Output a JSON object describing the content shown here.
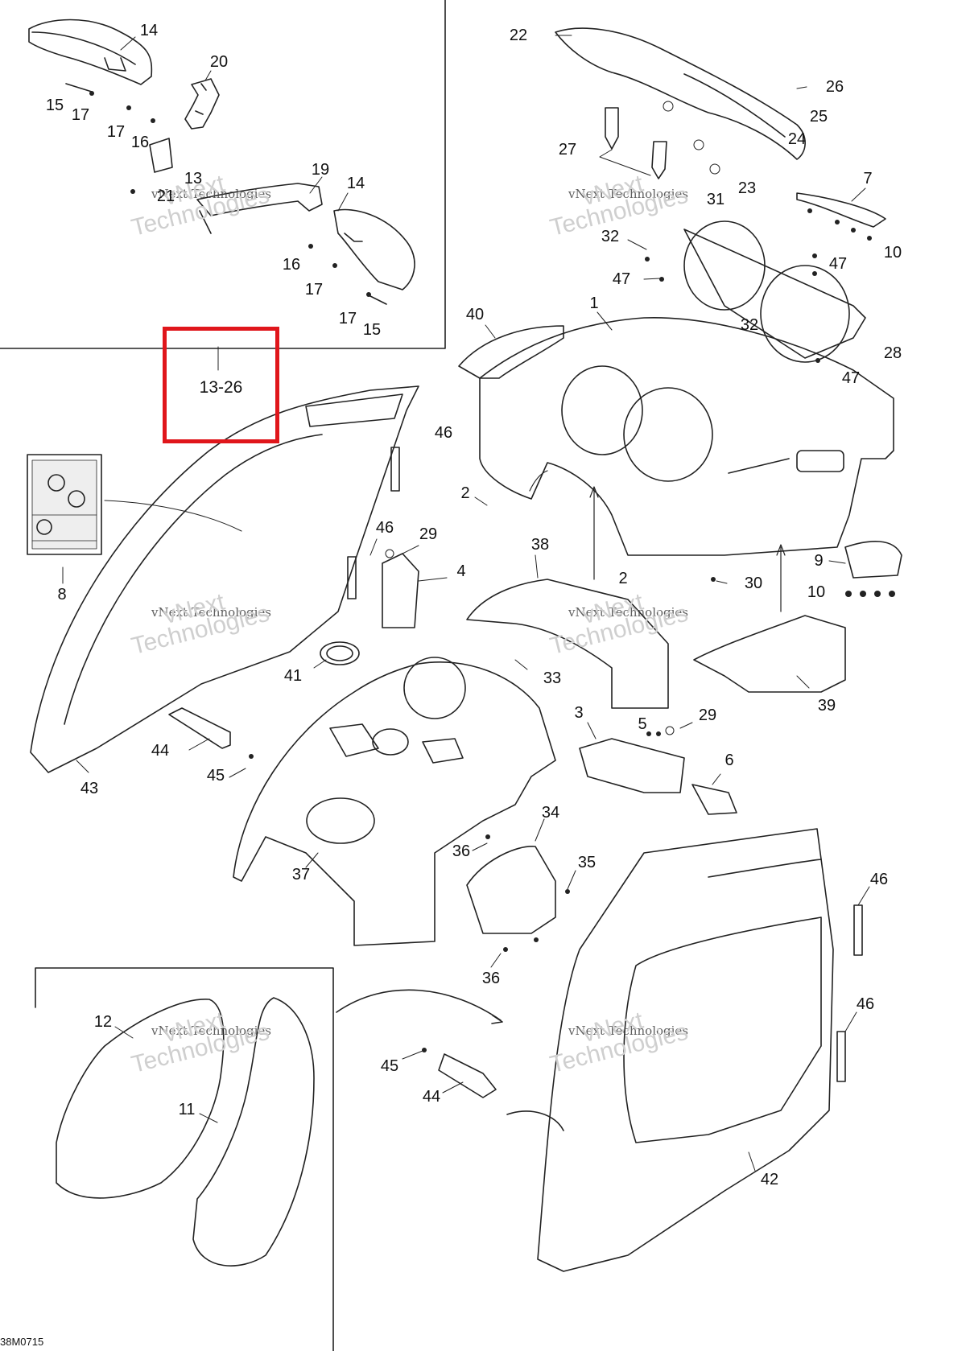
{
  "reference_box": {
    "label": "13-26",
    "color": "#e0161b"
  },
  "drawing_code": "38M0715",
  "watermark": {
    "line1": "vNext Technologies",
    "line2": "vNext",
    "line3": "Technologies"
  },
  "callouts": [
    {
      "id": "c14a",
      "text": "14"
    },
    {
      "id": "c20",
      "text": "20"
    },
    {
      "id": "c15a",
      "text": "15"
    },
    {
      "id": "c17a",
      "text": "17"
    },
    {
      "id": "c17b",
      "text": "17"
    },
    {
      "id": "c16a",
      "text": "16"
    },
    {
      "id": "c13",
      "text": "13"
    },
    {
      "id": "c21",
      "text": "21"
    },
    {
      "id": "c19",
      "text": "19"
    },
    {
      "id": "c14b",
      "text": "14"
    },
    {
      "id": "c16b",
      "text": "16"
    },
    {
      "id": "c17c",
      "text": "17"
    },
    {
      "id": "c17d",
      "text": "17"
    },
    {
      "id": "c15b",
      "text": "15"
    },
    {
      "id": "c22",
      "text": "22"
    },
    {
      "id": "c26",
      "text": "26"
    },
    {
      "id": "c25",
      "text": "25"
    },
    {
      "id": "c24",
      "text": "24"
    },
    {
      "id": "c27",
      "text": "27"
    },
    {
      "id": "c23",
      "text": "23"
    },
    {
      "id": "c31",
      "text": "31"
    },
    {
      "id": "c7",
      "text": "7"
    },
    {
      "id": "c32a",
      "text": "32"
    },
    {
      "id": "c10a",
      "text": "10"
    },
    {
      "id": "c47a",
      "text": "47"
    },
    {
      "id": "c47b",
      "text": "47"
    },
    {
      "id": "c1",
      "text": "1"
    },
    {
      "id": "c40",
      "text": "40"
    },
    {
      "id": "c32b",
      "text": "32"
    },
    {
      "id": "c28",
      "text": "28"
    },
    {
      "id": "c47c",
      "text": "47"
    },
    {
      "id": "c46a",
      "text": "46"
    },
    {
      "id": "c2a",
      "text": "2"
    },
    {
      "id": "c8",
      "text": "8"
    },
    {
      "id": "c46b",
      "text": "46"
    },
    {
      "id": "c29a",
      "text": "29"
    },
    {
      "id": "c4",
      "text": "4"
    },
    {
      "id": "c38",
      "text": "38"
    },
    {
      "id": "c9",
      "text": "9"
    },
    {
      "id": "c2b",
      "text": "2"
    },
    {
      "id": "c30",
      "text": "30"
    },
    {
      "id": "c10b",
      "text": "10"
    },
    {
      "id": "c41",
      "text": "41"
    },
    {
      "id": "c33",
      "text": "33"
    },
    {
      "id": "c39",
      "text": "39"
    },
    {
      "id": "c44a",
      "text": "44"
    },
    {
      "id": "c3",
      "text": "3"
    },
    {
      "id": "c29b",
      "text": "29"
    },
    {
      "id": "c5",
      "text": "5"
    },
    {
      "id": "c45a",
      "text": "45"
    },
    {
      "id": "c6",
      "text": "6"
    },
    {
      "id": "c43",
      "text": "43"
    },
    {
      "id": "c34",
      "text": "34"
    },
    {
      "id": "c37",
      "text": "37"
    },
    {
      "id": "c36a",
      "text": "36"
    },
    {
      "id": "c35",
      "text": "35"
    },
    {
      "id": "c36b",
      "text": "36"
    },
    {
      "id": "c46c",
      "text": "46"
    },
    {
      "id": "c12",
      "text": "12"
    },
    {
      "id": "c46d",
      "text": "46"
    },
    {
      "id": "c45b",
      "text": "45"
    },
    {
      "id": "c44b",
      "text": "44"
    },
    {
      "id": "c11",
      "text": "11"
    },
    {
      "id": "c42",
      "text": "42"
    }
  ]
}
